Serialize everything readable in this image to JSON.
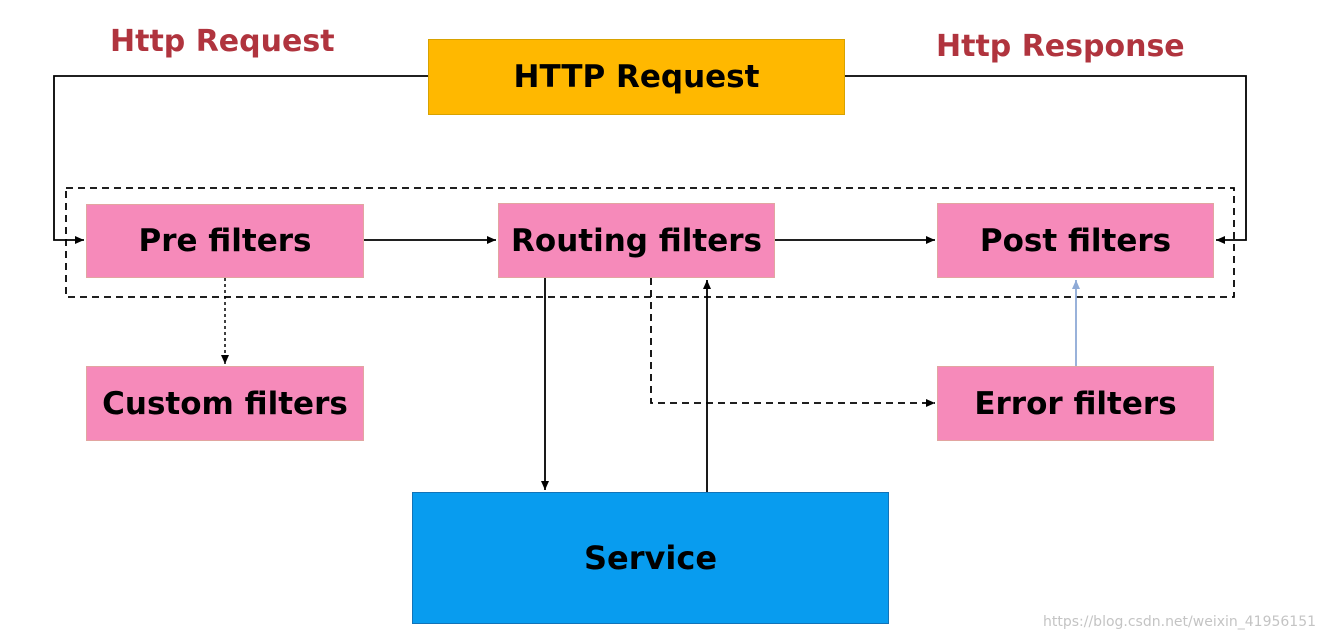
{
  "colors": {
    "request_box": "#ffb800",
    "filter_box": "#f68aba",
    "service_box": "#089cef",
    "red_label": "#b0343e",
    "line": "#000000",
    "error_arrow": "#8eaad6"
  },
  "labels": {
    "http_request": "Http Request",
    "http_response": "Http Response"
  },
  "boxes": {
    "http_request": "HTTP Request",
    "pre_filters": "Pre filters",
    "routing_filters": "Routing filters",
    "post_filters": "Post filters",
    "custom_filters": "Custom filters",
    "error_filters": "Error filters",
    "service": "Service"
  },
  "watermark": "https://blog.csdn.net/weixin_41956151"
}
